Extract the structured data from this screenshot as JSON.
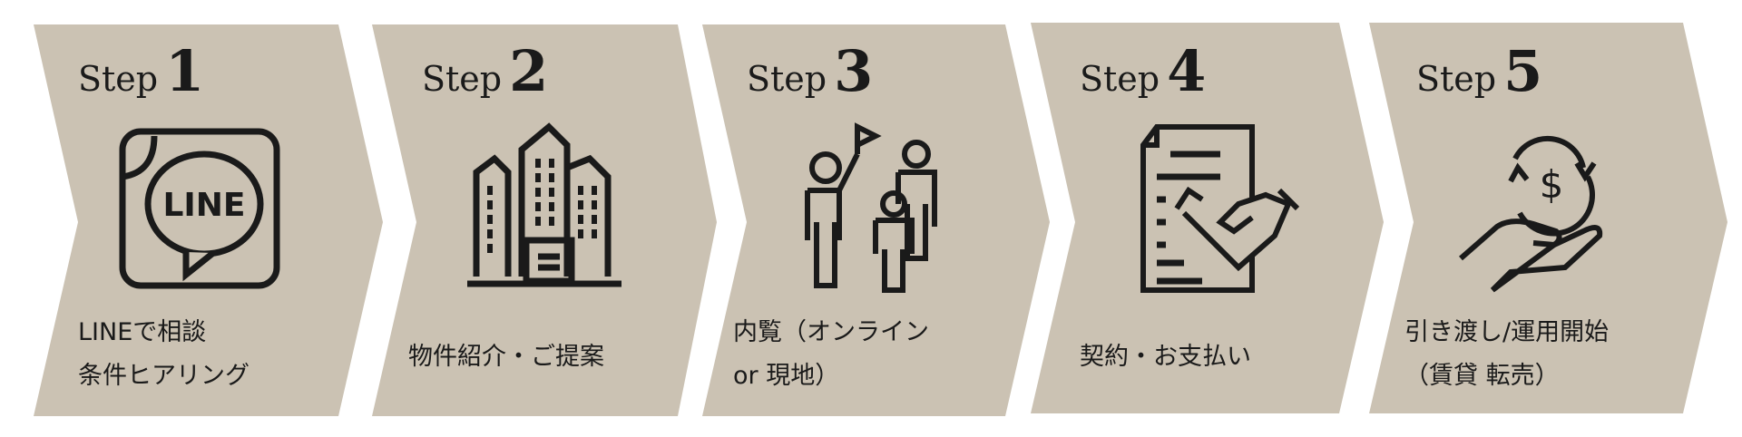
{
  "colors": {
    "panel": "#cbc2b3",
    "ink": "#1a1a1a"
  },
  "steps": [
    {
      "word": "Step",
      "number": "1",
      "icon": "line-chat-icon",
      "lines": [
        "LINEで相談",
        "条件ヒアリング"
      ]
    },
    {
      "word": "Step",
      "number": "2",
      "icon": "buildings-icon",
      "lines": [
        "物件紹介・ご提案"
      ]
    },
    {
      "word": "Step",
      "number": "3",
      "icon": "tour-group-icon",
      "lines": [
        "内覧（オンライン",
        "or 現地）"
      ]
    },
    {
      "word": "Step",
      "number": "4",
      "icon": "contract-handshake-icon",
      "lines": [
        "契約・お支払い"
      ]
    },
    {
      "word": "Step",
      "number": "5",
      "icon": "money-hand-icon",
      "lines": [
        "引き渡し/運用開始",
        "（賃貸 転売）"
      ]
    }
  ]
}
